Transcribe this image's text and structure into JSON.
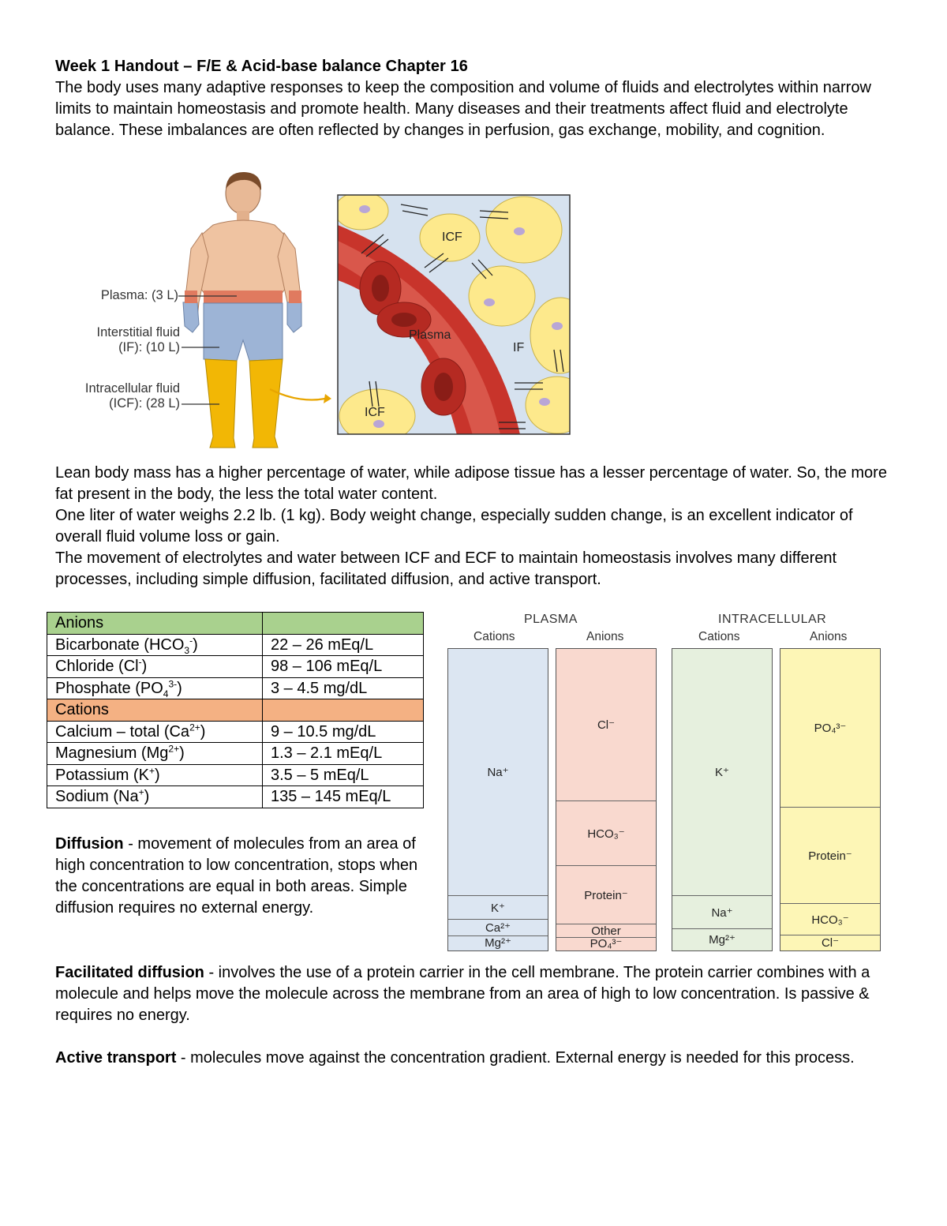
{
  "title": "Week 1 Handout – F/E & Acid-base balance Chapter 16",
  "intro": "The body uses many adaptive responses to keep the composition and volume of fluids and electrolytes within narrow limits to maintain homeostasis and promote health. Many diseases and their treatments affect fluid and electrolyte balance. These imbalances are often reflected by changes in perfusion, gas exchange, mobility, and cognition.",
  "figure": {
    "plasma_label": "Plasma: (3 L)",
    "if_label_1": "Interstitial fluid",
    "if_label_2": "(IF): (10 L)",
    "icf_label_1": "Intracellular fluid",
    "icf_label_2": "(ICF): (28 L)",
    "inset_icf_top": "ICF",
    "inset_icf_bottom": "ICF",
    "inset_plasma": "Plasma",
    "inset_if": "IF",
    "colors": {
      "plasma": "#e07a5f",
      "interstitial": "#9db4d6",
      "intracellular": "#f2b705",
      "cell": "#fde98c",
      "vessel": "#c8342b"
    }
  },
  "lean_lines": [
    "Lean body mass has a higher percentage of water, while adipose tissue has a lesser percentage of water. So, the more fat present in the body, the less the total water content.",
    "One liter of water weighs 2.2 lb. (1 kg). Body weight change, especially sudden change, is an excellent indicator of overall fluid volume loss or gain.",
    "The movement of electrolytes and water between ICF and ECF to maintain homeostasis involves many different processes, including simple diffusion, facilitated diffusion, and active transport."
  ],
  "table": {
    "anions_header": "Anions",
    "cations_header": "Cations",
    "anions": [
      {
        "name": "Bicarbonate (HCO",
        "sub": "3",
        "sup": "-",
        "close": ")",
        "value": "22 – 26 mEq/L"
      },
      {
        "name": "Chloride (Cl",
        "sub": "",
        "sup": "-",
        "close": ")",
        "value": "98 – 106 mEq/L"
      },
      {
        "name": "Phosphate (PO",
        "sub": "4",
        "sup": "3-",
        "close": ")",
        "value": "3 – 4.5 mg/dL"
      }
    ],
    "cations": [
      {
        "name": "Calcium – total (Ca",
        "sub": "",
        "sup": "2+",
        "close": ")",
        "value": "9 – 10.5 mg/dL"
      },
      {
        "name": "Magnesium (Mg",
        "sub": "",
        "sup": "2+",
        "close": ")",
        "value": "1.3 – 2.1 mEq/L"
      },
      {
        "name": "Potassium (K",
        "sub": "",
        "sup": "+",
        "close": ")",
        "value": "3.5 – 5 mEq/L"
      },
      {
        "name": "Sodium (Na",
        "sub": "",
        "sup": "+",
        "close": ")",
        "value": "135 – 145 mEq/L"
      }
    ],
    "colors": {
      "anions": "#a9d18e",
      "cations": "#f4b183"
    }
  },
  "composition": {
    "plasma": "PLASMA",
    "intracellular": "INTRACELLULAR",
    "cations": "Cations",
    "anions": "Anions",
    "columns": [
      {
        "color": "#dce6f2",
        "segments": [
          {
            "label": "Na⁺",
            "fraction": 0.82
          },
          {
            "label": "K⁺",
            "fraction": 0.08
          },
          {
            "label": "Ca²⁺",
            "fraction": 0.055
          },
          {
            "label": "Mg²⁺",
            "fraction": 0.045
          }
        ]
      },
      {
        "color": "#f9d9cf",
        "segments": [
          {
            "label": "Cl⁻",
            "fraction": 0.505
          },
          {
            "label": "HCO₃⁻",
            "fraction": 0.215
          },
          {
            "label": "Protein⁻",
            "fraction": 0.195
          },
          {
            "label": "Other",
            "fraction": 0.045
          },
          {
            "label": "PO₄³⁻",
            "fraction": 0.04
          }
        ]
      },
      {
        "color": "#e6f0de",
        "segments": [
          {
            "label": "K⁺",
            "fraction": 0.82
          },
          {
            "label": "Na⁺",
            "fraction": 0.11
          },
          {
            "label": "Mg²⁺",
            "fraction": 0.07
          }
        ]
      },
      {
        "color": "#fdf6b6",
        "segments": [
          {
            "label": "PO₄³⁻",
            "fraction": 0.525
          },
          {
            "label": "Protein⁻",
            "fraction": 0.32
          },
          {
            "label": "HCO₃⁻",
            "fraction": 0.105
          },
          {
            "label": "Cl⁻",
            "fraction": 0.05
          }
        ]
      }
    ]
  },
  "definitions": {
    "diffusion_term": "Diffusion",
    "diffusion_text": " - movement of molecules from an area of high concentration to low concentration, stops when the concentrations are equal in both areas. Simple diffusion requires no external energy.",
    "facilitated_term": "Facilitated diffusion",
    "facilitated_text": " - involves the use of a protein carrier in the cell membrane. The protein carrier combines with a molecule and helps move the molecule across the membrane from an area of high to low concentration. Is passive & requires no energy.",
    "active_term": "Active transport",
    "active_text": " - molecules move against the concentration gradient. External energy is needed for this process."
  }
}
